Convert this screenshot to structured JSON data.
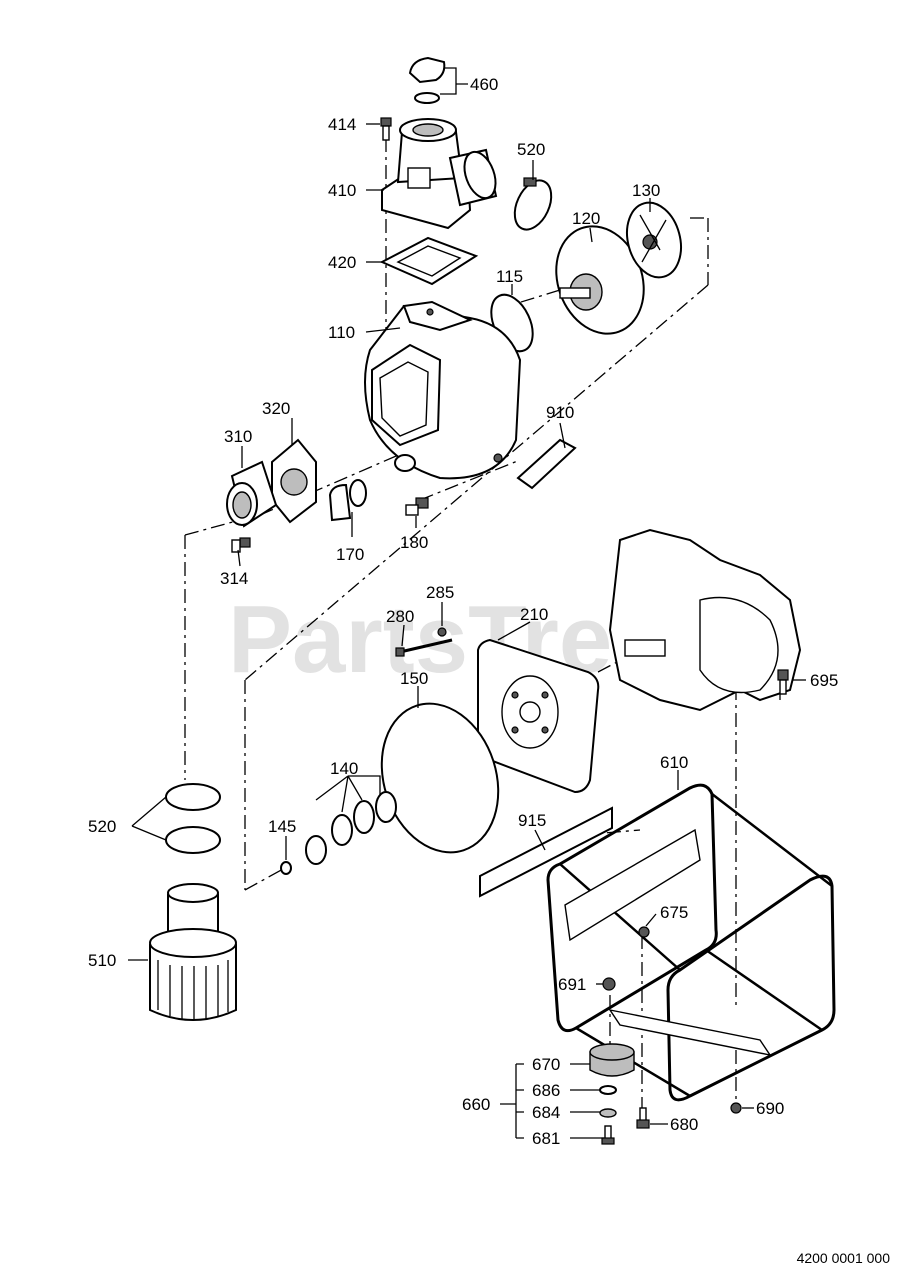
{
  "watermark": "PartsTree",
  "document_number": "4200 0001 000",
  "callouts": {
    "c460": "460",
    "c414": "414",
    "c520a": "520",
    "c410": "410",
    "c130": "130",
    "c120": "120",
    "c420": "420",
    "c115": "115",
    "c110": "110",
    "c910": "910",
    "c320": "320",
    "c310": "310",
    "c170": "170",
    "c180": "180",
    "c314": "314",
    "c285": "285",
    "c280": "280",
    "c210": "210",
    "c695": "695",
    "c150": "150",
    "c610": "610",
    "c140": "140",
    "c520b": "520",
    "c145": "145",
    "c915": "915",
    "c675": "675",
    "c510": "510",
    "c691": "691",
    "c670": "670",
    "c686": "686",
    "c660": "660",
    "c684": "684",
    "c690": "690",
    "c680": "680",
    "c681": "681"
  }
}
